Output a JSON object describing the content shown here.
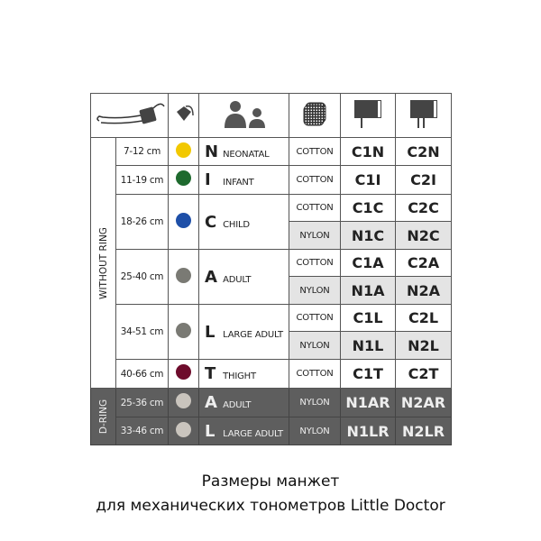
{
  "groups": {
    "without_ring": "WITHOUT RING",
    "d_ring": "D-RING"
  },
  "sizes": [
    {
      "range": "7-12 cm",
      "color": "#f2c800",
      "letter": "N",
      "name": "NEONATAL",
      "group": "without_ring",
      "rows": [
        {
          "material": "COTTON",
          "c1": "C1N",
          "c2": "C2N"
        }
      ]
    },
    {
      "range": "11-19 cm",
      "color": "#1e6a2e",
      "letter": "I",
      "name": "INFANT",
      "group": "without_ring",
      "rows": [
        {
          "material": "COTTON",
          "c1": "C1I",
          "c2": "C2I"
        }
      ]
    },
    {
      "range": "18-26 cm",
      "color": "#1e4fa8",
      "letter": "C",
      "name": "CHILD",
      "group": "without_ring",
      "rows": [
        {
          "material": "COTTON",
          "c1": "C1C",
          "c2": "C2C"
        },
        {
          "material": "NYLON",
          "c1": "N1C",
          "c2": "N2C"
        }
      ]
    },
    {
      "range": "25-40 cm",
      "color": "#7a7a74",
      "letter": "A",
      "name": "ADULT",
      "group": "without_ring",
      "rows": [
        {
          "material": "COTTON",
          "c1": "C1A",
          "c2": "C2A"
        },
        {
          "material": "NYLON",
          "c1": "N1A",
          "c2": "N2A"
        }
      ]
    },
    {
      "range": "34-51 cm",
      "color": "#7a7a74",
      "letter": "L",
      "name": "LARGE ADULT",
      "group": "without_ring",
      "rows": [
        {
          "material": "COTTON",
          "c1": "C1L",
          "c2": "C2L"
        },
        {
          "material": "NYLON",
          "c1": "N1L",
          "c2": "N2L"
        }
      ]
    },
    {
      "range": "40-66 cm",
      "color": "#6e0c2c",
      "letter": "T",
      "name": "THIGHT",
      "group": "without_ring",
      "rows": [
        {
          "material": "COTTON",
          "c1": "C1T",
          "c2": "C2T"
        }
      ]
    },
    {
      "range": "25-36 cm",
      "color": "#c9c4bd",
      "letter": "A",
      "name": "ADULT",
      "group": "d_ring",
      "rows": [
        {
          "material": "NYLON",
          "c1": "N1AR",
          "c2": "N2AR"
        }
      ]
    },
    {
      "range": "33-46 cm",
      "color": "#c9c4bd",
      "letter": "L",
      "name": "LARGE ADULT",
      "group": "d_ring",
      "rows": [
        {
          "material": "NYLON",
          "c1": "N1LR",
          "c2": "N2LR"
        }
      ]
    }
  ],
  "caption": {
    "line1": "Размеры манжет",
    "line2": "для механических тонометров Little Doctor"
  }
}
